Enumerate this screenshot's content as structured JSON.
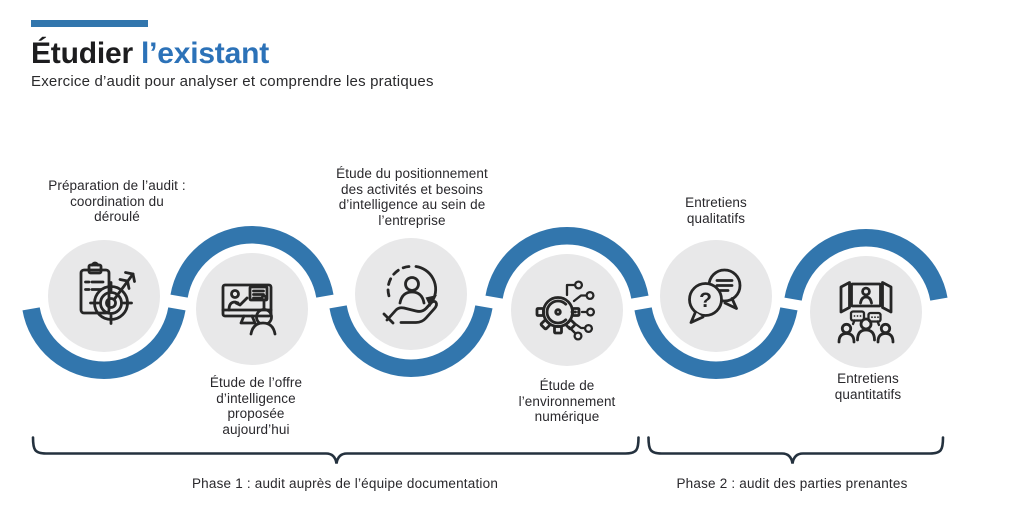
{
  "header": {
    "title_black": "Étudier",
    "title_blue": "l’existant",
    "subtitle": "Exercice d’audit pour analyser et comprendre les pratiques"
  },
  "steps": [
    {
      "label": "Préparation de l’audit :\ncoordination du\ndéroulé",
      "icon": "clipboard-target-icon",
      "position": "top"
    },
    {
      "label": "Étude de l’offre\nd’intelligence\nproposée\naujourd’hui",
      "icon": "presentation-screen-icon",
      "position": "bottom"
    },
    {
      "label": "Étude du positionnement\ndes activités et besoins\nd’intelligence au sein de\nl’entreprise",
      "icon": "person-loop-hand-icon",
      "position": "top"
    },
    {
      "label": "Étude de\nl’environnement\nnumérique",
      "icon": "gear-circuit-icon",
      "position": "bottom"
    },
    {
      "label": "Entretiens\nqualitatifs",
      "icon": "chat-question-icon",
      "position": "top"
    },
    {
      "label": "Entretiens\nquantitatifs",
      "icon": "video-conference-icon",
      "position": "bottom"
    }
  ],
  "phases": [
    {
      "label": "Phase 1 : audit auprès de l’équipe documentation"
    },
    {
      "label": "Phase 2 : audit des parties prenantes"
    }
  ],
  "colors": {
    "accent": "#3276AD",
    "title_accent": "#2C72B8",
    "circle_fill": "#E8E8E9",
    "icon_stroke": "#262626",
    "bracket": "#24313E",
    "text": "#29282C"
  }
}
